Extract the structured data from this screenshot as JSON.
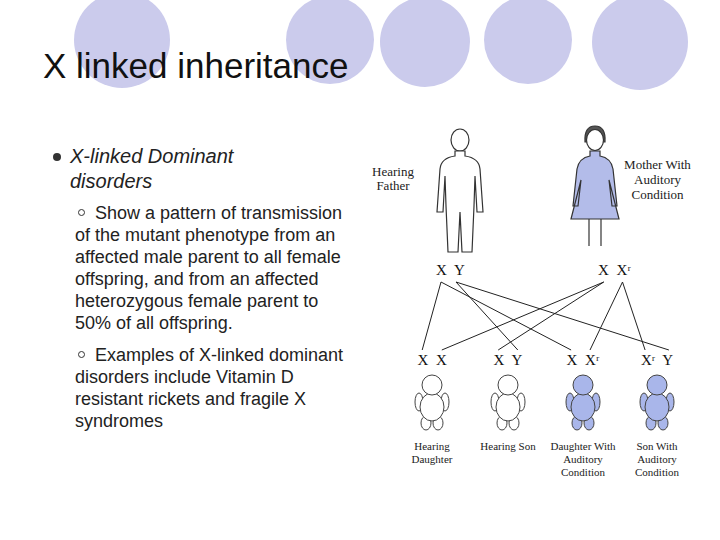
{
  "diagram": {
    "title": "X linked inheritance",
    "nodes": [
      {
        "text": [
          "Hearing Father",
          "X Y"
        ]
      },
      {
        "text": [
          "Mother With Auditory Condition",
          "X Xʳ"
        ]
      },
      {
        "text": [
          "X X",
          "Hearing Daughter"
        ]
      },
      {
        "text": [
          "X Y",
          "Hearing Son"
        ]
      },
      {
        "text": [
          "X Xʳ",
          "Daughter With Auditory Condition"
        ]
      },
      {
        "text": [
          "Xʳ Y",
          "Son With Auditory Condition"
        ]
      }
    ],
    "edges": [
      {
        "from": 0,
        "to": 2,
        "arrow": "none"
      },
      {
        "from": 0,
        "to": 3,
        "arrow": "none"
      },
      {
        "from": 0,
        "to": 4,
        "arrow": "none"
      },
      {
        "from": 0,
        "to": 5,
        "arrow": "none"
      },
      {
        "from": 1,
        "to": 2,
        "arrow": "none"
      },
      {
        "from": 1,
        "to": 3,
        "arrow": "none"
      },
      {
        "from": 1,
        "to": 4,
        "arrow": "none"
      },
      {
        "from": 1,
        "to": 5,
        "arrow": "none"
      }
    ],
    "labels": [
      "X-linked Dominant disorders",
      "Show a pattern of transmission of the mutant phenotype from an affected male parent to all female offspring, and from an affected heterozygous female parent to 50% of all offspring.",
      "Examples of X-linked dominant disorders include Vitamin D resistant rickets and fragile X syndromes"
    ]
  }
}
